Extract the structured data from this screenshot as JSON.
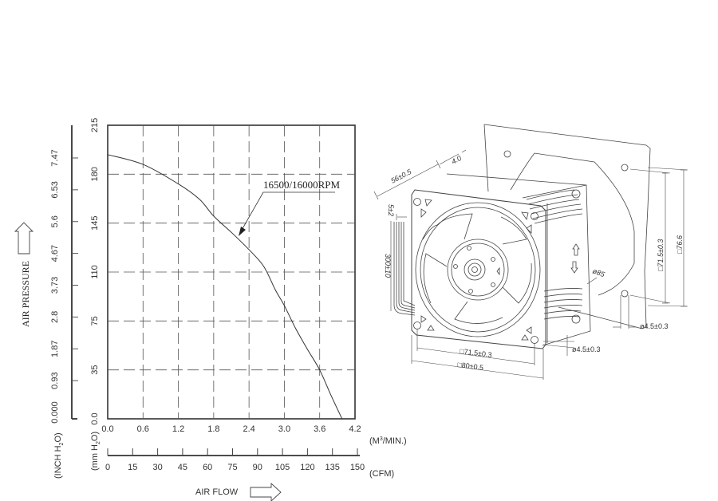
{
  "chart_data": {
    "type": "line",
    "title": "",
    "xlabel": "AIR FLOW",
    "ylabel": "AIR PRESSURE",
    "x_unit_primary": "(M3/MIN.)",
    "x_unit_secondary": "(CFM)",
    "y_unit_primary": "(mm H2O)",
    "y_unit_secondary": "(INCH H2O)",
    "xlim": [
      0,
      4.2
    ],
    "ylim": [
      0,
      215
    ],
    "grid": true,
    "x_ticks": [
      "0.0",
      "0.6",
      "1.2",
      "1.8",
      "2.4",
      "3.0",
      "3.6",
      "4.2"
    ],
    "x_ticks_cfm": [
      "0",
      "15",
      "30",
      "45",
      "60",
      "75",
      "90",
      "105",
      "120",
      "135",
      "150"
    ],
    "y_ticks": [
      "0.0",
      "35",
      "75",
      "110",
      "145",
      "180",
      "215"
    ],
    "y_ticks_inch": [
      "0.000",
      "0.93",
      "1.87",
      "2.8",
      "3.73",
      "4.67",
      "5.6",
      "6.53",
      "7.47"
    ],
    "series": [
      {
        "name": "16500/16000RPM",
        "x": [
          0.0,
          0.6,
          1.2,
          1.56,
          1.8,
          2.11,
          2.4,
          2.65,
          2.85,
          3.0,
          3.19,
          3.39,
          3.6,
          3.79,
          3.98
        ],
        "y": [
          194,
          187,
          173,
          162,
          150,
          138,
          126,
          114,
          97,
          86,
          69,
          52,
          35,
          17,
          0
        ]
      }
    ],
    "annotations": [
      "16500/16000RPM"
    ]
  },
  "labels": {
    "air_pressure": "AIR PRESSURE",
    "air_flow": "AIR FLOW",
    "unit_m3": "(M",
    "unit_m3_sup": "3",
    "unit_m3_end": "/MIN.)",
    "unit_cfm": "(CFM)",
    "unit_mm": "(mm H",
    "unit_mm_sub": "2",
    "unit_mm_end": "O)",
    "unit_inch": "(INCH H",
    "unit_inch_sub": "2",
    "unit_inch_end": "O)",
    "curve": "16500/16000RPM"
  },
  "diagram": {
    "dims": {
      "depth": "56±0.5",
      "flange": "4.0",
      "lead_strip": "5±2",
      "lead_length": "300±10",
      "hole_spacing_side": "□71.5±0.3",
      "outer_side": "□76.6",
      "guard_dia": "ø85",
      "hole_dia_back": "ø4.5±0.3",
      "hole_dia_front": "ø4.5±0.3",
      "hole_spacing_front": "□71.5±0.3",
      "frame_size": "□80±0.5"
    }
  }
}
